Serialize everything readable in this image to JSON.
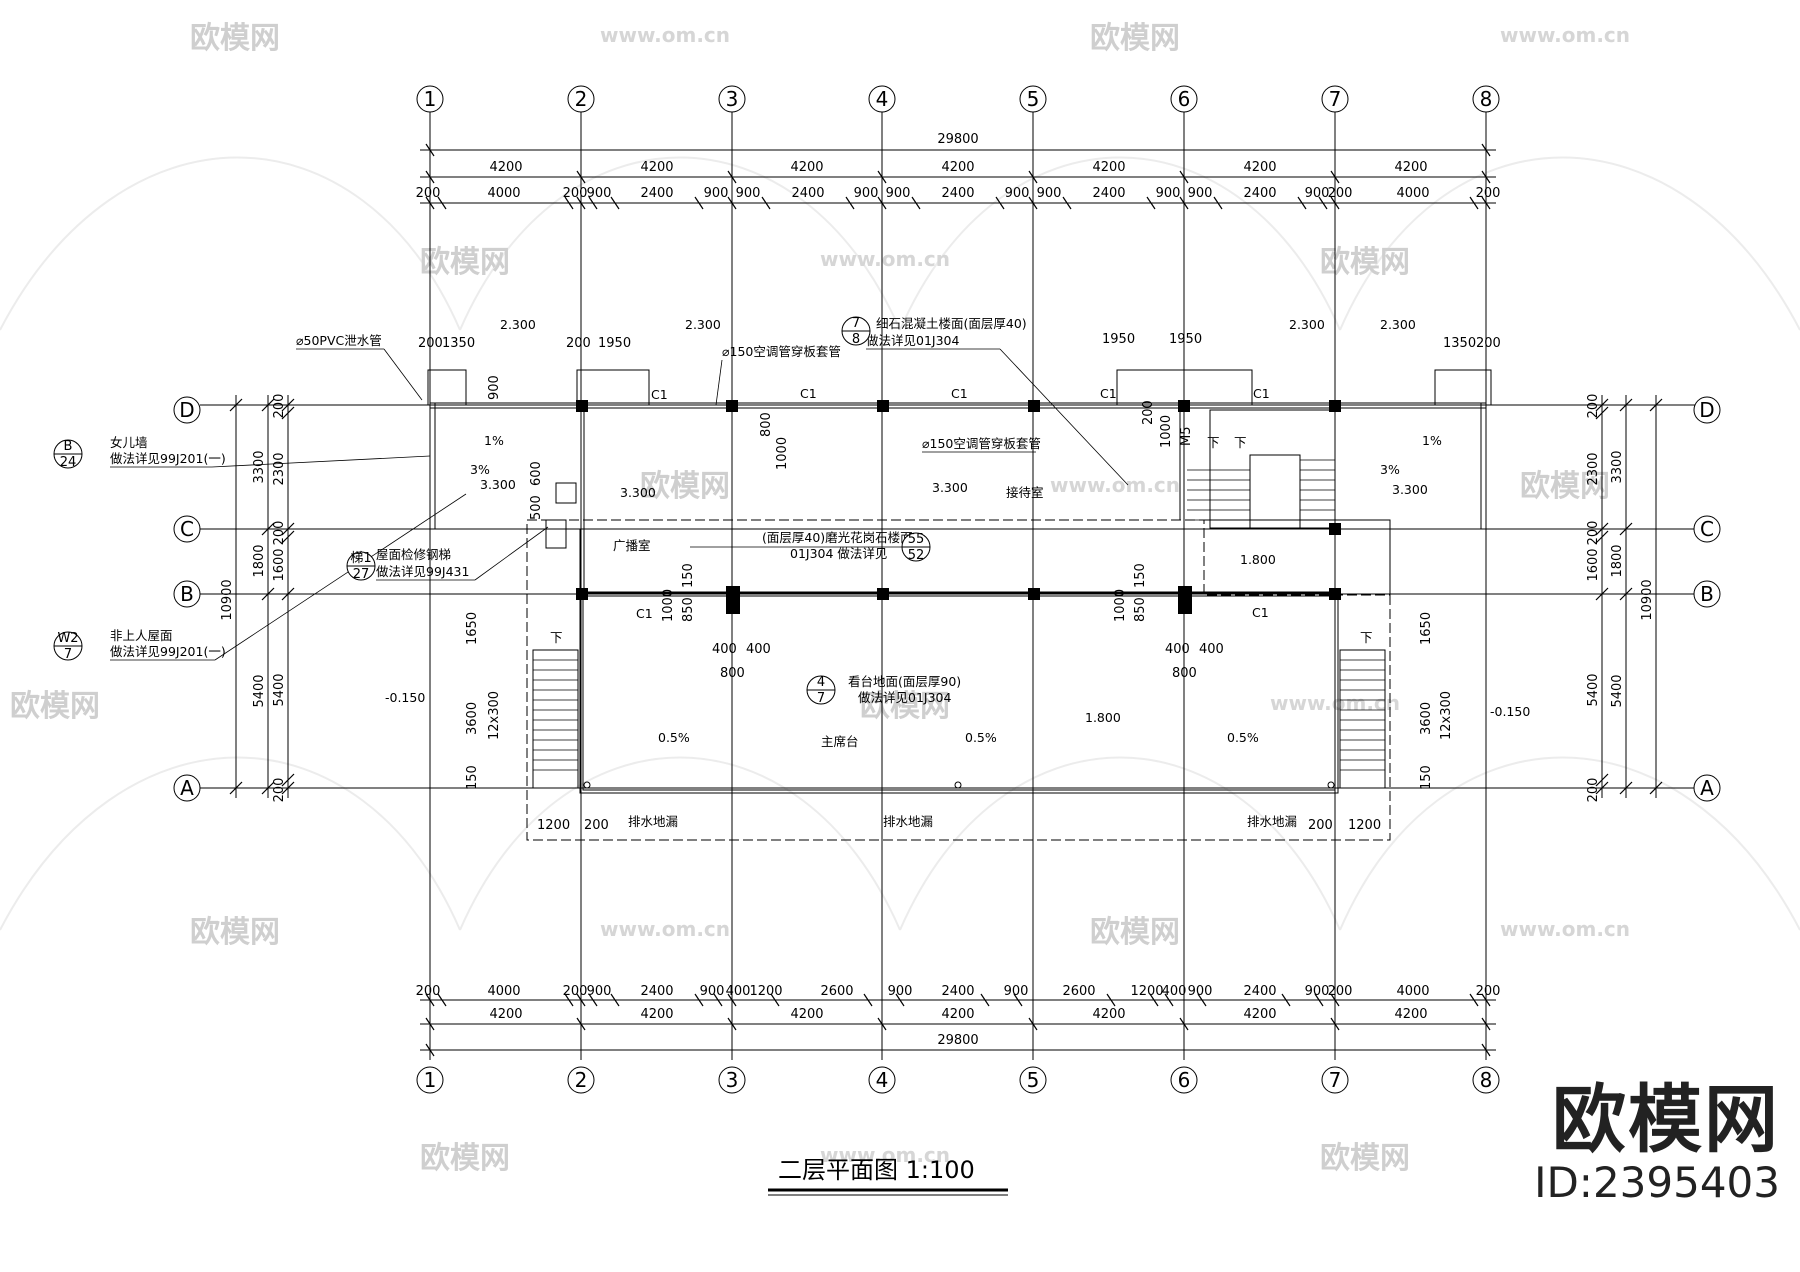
{
  "drawing": {
    "title": "二层平面图 1:100",
    "axes_x": [
      "1",
      "2",
      "3",
      "4",
      "5",
      "6",
      "7",
      "8"
    ],
    "axes_y": [
      "D",
      "C",
      "B",
      "A"
    ],
    "dims_top": {
      "total": "29800",
      "bays": [
        "4200",
        "4200",
        "4200",
        "4200",
        "4200",
        "4200",
        "4200"
      ],
      "detail": [
        "200",
        "4000",
        "200",
        "900",
        "2400",
        "900",
        "900",
        "2400",
        "900",
        "900",
        "2400",
        "900",
        "900",
        "2400",
        "900",
        "900",
        "2400",
        "900",
        "200",
        "4000",
        "200"
      ]
    },
    "dims_bottom": {
      "total": "29800",
      "bays": [
        "4200",
        "4200",
        "4200",
        "4200",
        "4200",
        "4200",
        "4200"
      ],
      "detail": [
        "200",
        "4000",
        "200",
        "900",
        "2400",
        "900",
        "400",
        "1200",
        "2600",
        "900",
        "2400",
        "900",
        "2600",
        "1200",
        "400",
        "900",
        "2400",
        "900",
        "200",
        "4000",
        "200"
      ]
    },
    "dims_left": {
      "total": "10900",
      "mid": [
        "3300",
        "1800",
        "5400"
      ],
      "inner": [
        "200",
        "2300",
        "200",
        "1600",
        "5400",
        "200"
      ]
    },
    "dims_right": {
      "total": "10900",
      "mid": [
        "3300",
        "1800",
        "5400"
      ],
      "inner": [
        "200",
        "2300",
        "200",
        "1600",
        "5400",
        "200"
      ]
    },
    "rooms": {
      "broadcast": "广播室",
      "reception": "接待室",
      "podium": "主席台"
    },
    "elevations": {
      "e2300": "2.300",
      "e3300": "3.300",
      "e1800": "1.800",
      "em0150": "-0.150"
    },
    "slopes": {
      "s1": "1%",
      "s3": "3%",
      "s05": "0.5%"
    },
    "windows": {
      "c1": "C1",
      "m5": "M5"
    },
    "notes": {
      "pvc_pipe": "⌀50PVC泄水管",
      "ac_sleeve": "⌀150空调管穿板套管",
      "concrete_floor": "细石混凝土楼面(面层厚40)",
      "concrete_floor_ref": "做法详见01J304",
      "granite_floor": "(面层厚40)磨光花岗石楼面",
      "granite_floor_ref": "01J304  做法详见",
      "parapet": "女儿墙",
      "parapet_ref": "做法详见99J201(一)",
      "ladder": "屋面检修钢梯",
      "ladder_ref": "做法详见99J431",
      "roof": "非上人屋面",
      "roof_ref": "做法详见99J201(一)",
      "stand_floor": "看台地面(面层厚90)",
      "stand_floor_ref": "做法详见01J304",
      "drain": "排水地漏",
      "down": "下",
      "stair_spec": "12x300"
    },
    "bubbles": {
      "b_top": "7",
      "b_bot": "8",
      "g_top": "55",
      "g_bot": "52",
      "p_top": "B",
      "p_bot": "24",
      "l_top": "梯1",
      "l_bot": "27",
      "r_top": "W2",
      "r_bot": "7",
      "s_top": "4",
      "s_bot": "7"
    },
    "local_dims": {
      "d200": "200",
      "d1350": "1350",
      "d900": "900",
      "d1950": "1950",
      "d800": "800",
      "d1000": "1000",
      "d600": "600",
      "d500": "500",
      "d850": "850",
      "d150": "150",
      "d400": "400",
      "d1650": "1650",
      "d3600": "3600",
      "d1200": "1200"
    }
  },
  "watermark": {
    "brand": "欧模网",
    "url": "www.om.cn",
    "id": "ID:2395403"
  }
}
